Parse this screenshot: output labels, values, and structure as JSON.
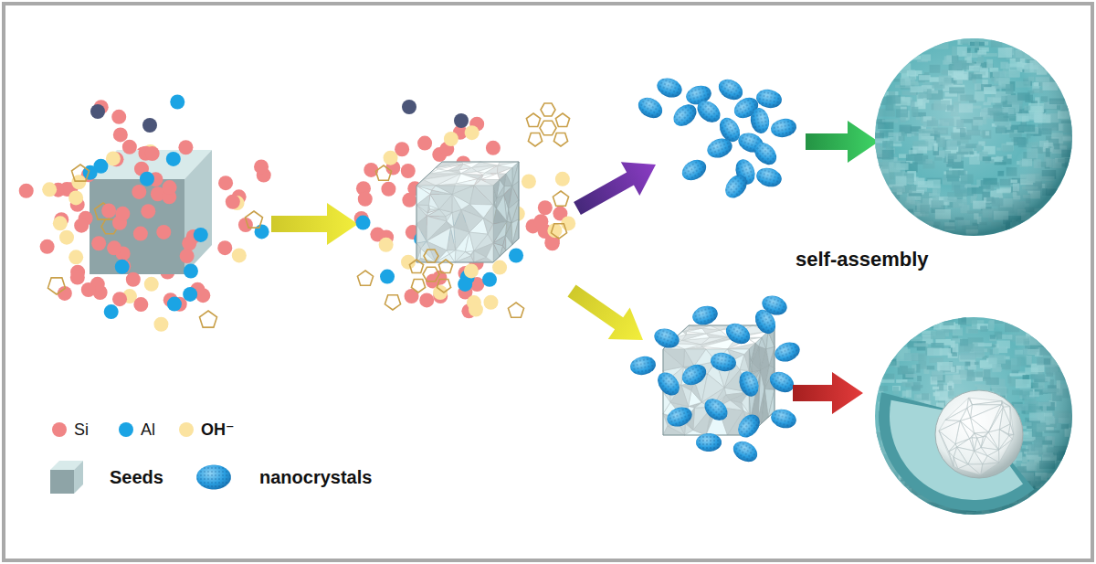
{
  "diagram": {
    "labels": [
      "self-assembly"
    ],
    "legend": [
      {
        "text": "Si",
        "color": "#f08586"
      },
      {
        "text": "Al",
        "color": "#1ba4e4"
      },
      {
        "text": "OH⁻",
        "color": "#fbe3a0"
      },
      {
        "text": "Seeds"
      },
      {
        "text": "nanocrystals"
      }
    ]
  }
}
